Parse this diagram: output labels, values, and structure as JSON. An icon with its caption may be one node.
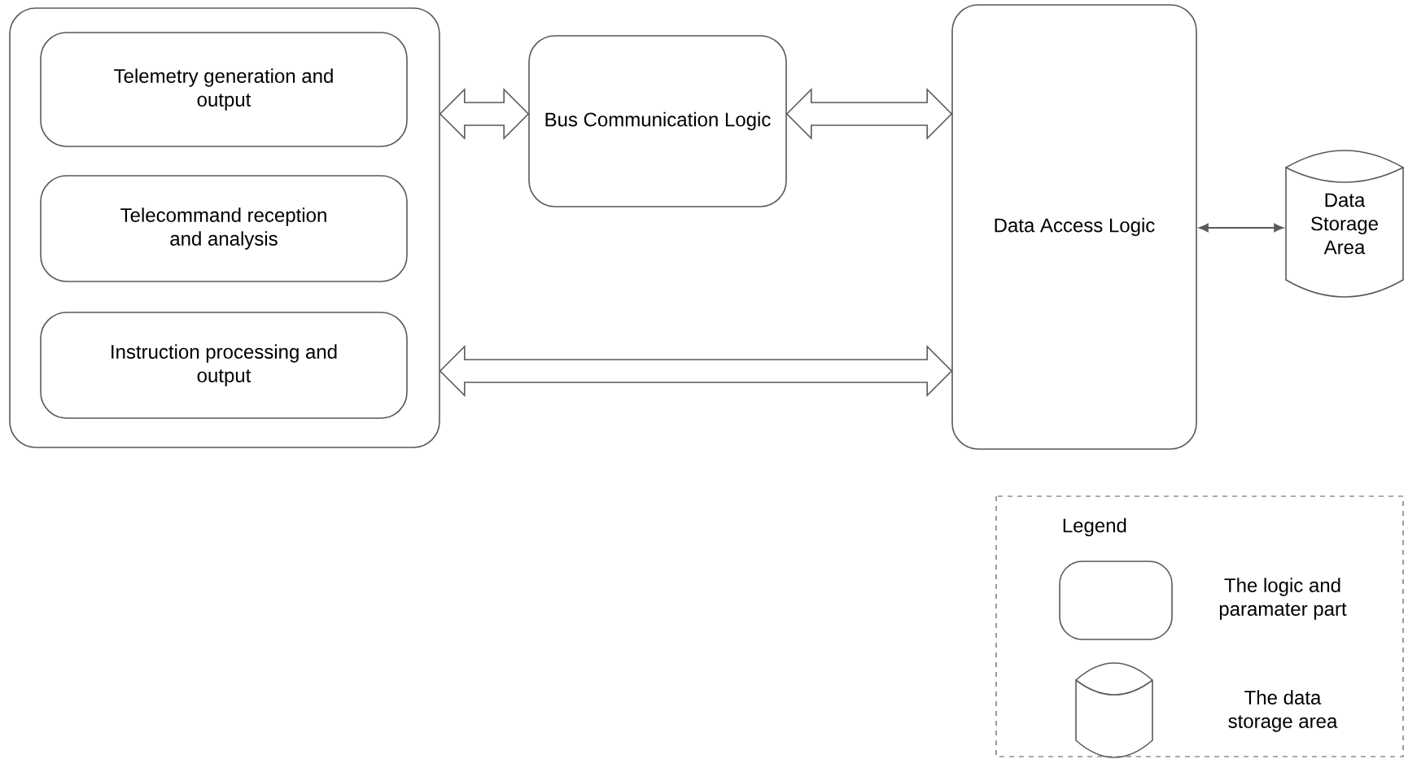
{
  "diagram": {
    "nodes": [
      {
        "text": [],
        "shape": "box"
      },
      {
        "text": [
          "Telemetry generation and output"
        ],
        "in": 0
      },
      {
        "text": [
          "Telecommand reception and analysis"
        ],
        "in": 0
      },
      {
        "text": [
          "Instruction processing and output"
        ],
        "in": 0
      },
      {
        "text": [
          "Bus Communication Logic"
        ]
      },
      {
        "text": [
          "Data Access Logic"
        ]
      },
      {
        "text": [
          "Data Storage Area"
        ]
      }
    ],
    "edges": [
      {
        "from": 0,
        "to": 4,
        "arrow": "both",
        "style": "thick"
      },
      {
        "from": 4,
        "to": 5,
        "arrow": "both",
        "style": "thick"
      },
      {
        "from": 0,
        "to": 5,
        "arrow": "both",
        "style": "thick"
      },
      {
        "from": 5,
        "to": 6,
        "arrow": "both"
      }
    ],
    "labels": [
      "Legend"
    ],
    "legend": [
      {
        "text": "The logic and paramater part"
      },
      {
        "text": "The data storage area"
      }
    ]
  }
}
